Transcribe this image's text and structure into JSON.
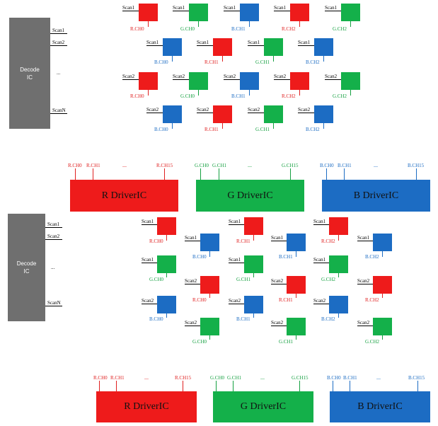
{
  "decoder": {
    "line1": "Decode",
    "line2": "IC"
  },
  "rows": [
    "Scan1",
    "Scan2",
    "...",
    "ScanN"
  ],
  "scan": {
    "s1": "Scan1",
    "s2": "Scan2"
  },
  "channels": {
    "r0": "R.CH0",
    "r1": "R.CH1",
    "r2": "R.CH2",
    "g0": "G.CH0",
    "g1": "G.CH1",
    "g2": "G.CH2",
    "b0": "B.CH0",
    "b1": "B.CH1",
    "b2": "B.CH2"
  },
  "drivers": {
    "r": {
      "name": "R DriverIC",
      "pins": [
        "R.CH0",
        "R.CH1",
        "...",
        "R.CH15"
      ]
    },
    "g": {
      "name": "G DriverIC",
      "pins": [
        "G.CH0",
        "G.CH1",
        "...",
        "G.CH15"
      ]
    },
    "b": {
      "name": "B DriverIC",
      "pins": [
        "B.CH0",
        "B.CH1",
        "...",
        "B.CH15"
      ]
    }
  },
  "colors": {
    "red": "#ee1b1b",
    "green": "#14b04a",
    "blue": "#1c6cc3",
    "decode": "#6f6f6f"
  }
}
